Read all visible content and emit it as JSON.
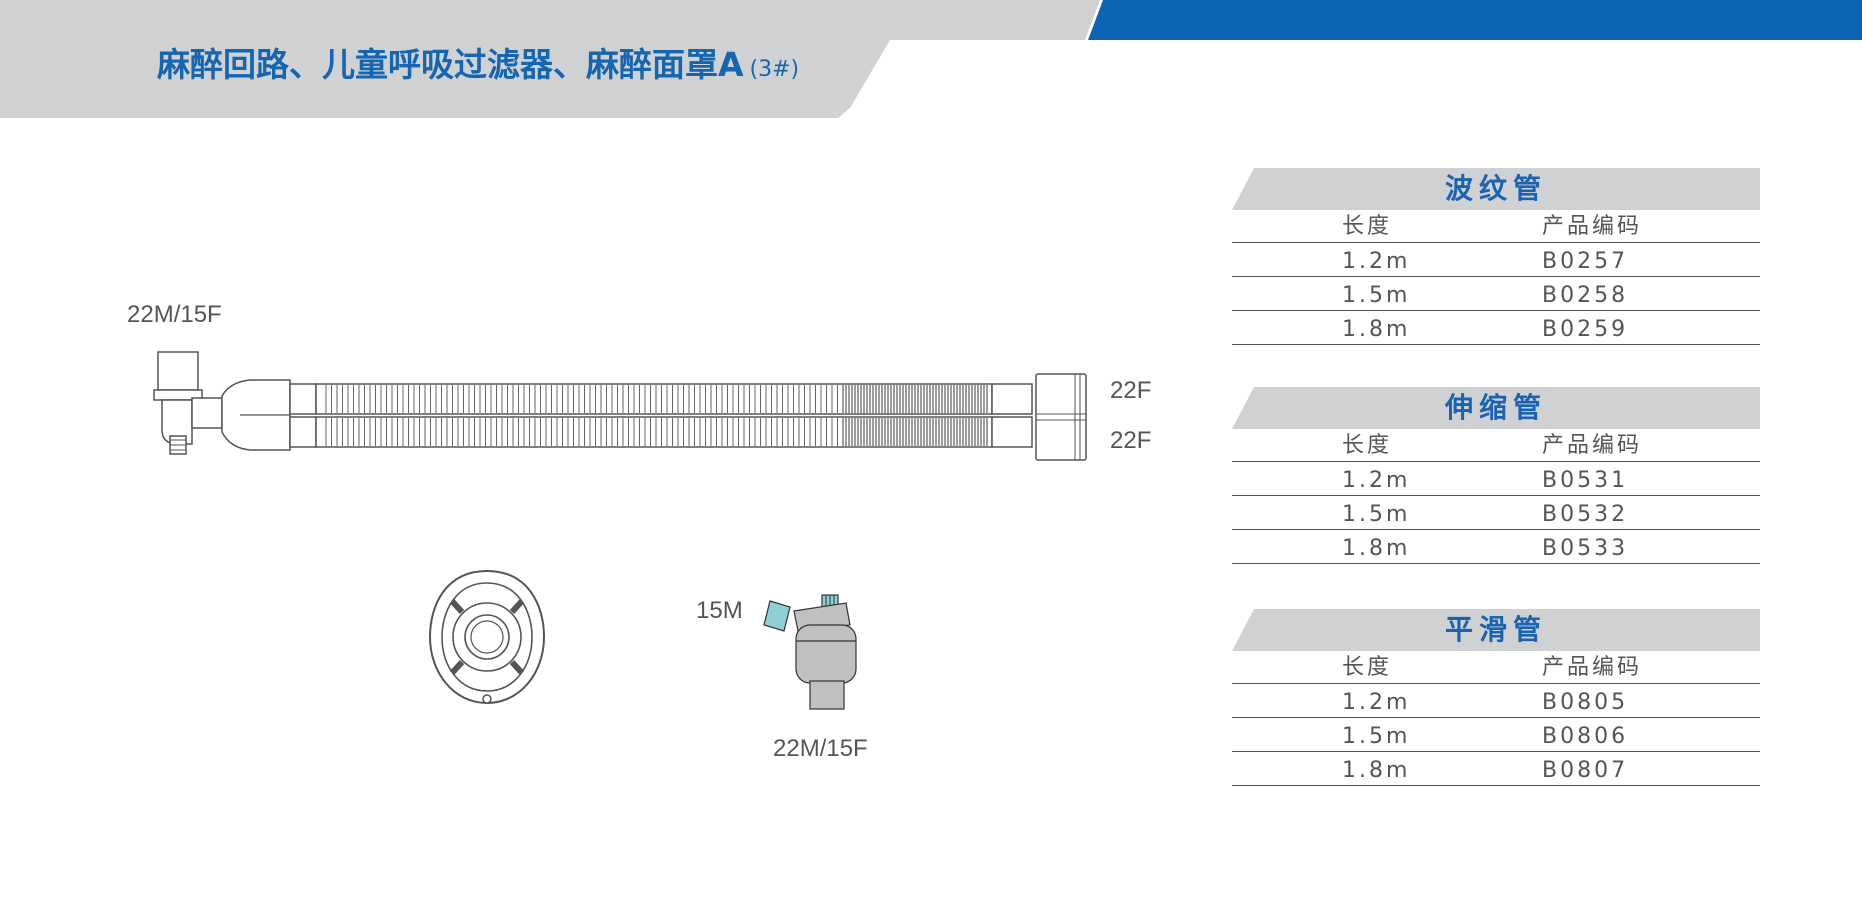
{
  "header": {
    "title": "麻醉回路、儿童呼吸过滤器、麻醉面罩A",
    "title_suffix": "(3#)",
    "accent_color": "#0d64b4",
    "band_color": "#d0d1d3"
  },
  "diagram": {
    "circuit_left_label": "22M/15F",
    "circuit_right_label_top": "22F",
    "circuit_right_label_bottom": "22F",
    "filter_top_label": "15M",
    "filter_bottom_label": "22M/15F"
  },
  "tables": [
    {
      "title": "波纹管",
      "col1": "长度",
      "col2": "产品编码",
      "rows": [
        [
          "1.2m",
          "B0257"
        ],
        [
          "1.5m",
          "B0258"
        ],
        [
          "1.8m",
          "B0259"
        ]
      ]
    },
    {
      "title": "伸缩管",
      "col1": "长度",
      "col2": "产品编码",
      "rows": [
        [
          "1.2m",
          "B0531"
        ],
        [
          "1.5m",
          "B0532"
        ],
        [
          "1.8m",
          "B0533"
        ]
      ]
    },
    {
      "title": "平滑管",
      "col1": "长度",
      "col2": "产品编码",
      "rows": [
        [
          "1.2m",
          "B0805"
        ],
        [
          "1.5m",
          "B0806"
        ],
        [
          "1.8m",
          "B0807"
        ]
      ]
    }
  ]
}
